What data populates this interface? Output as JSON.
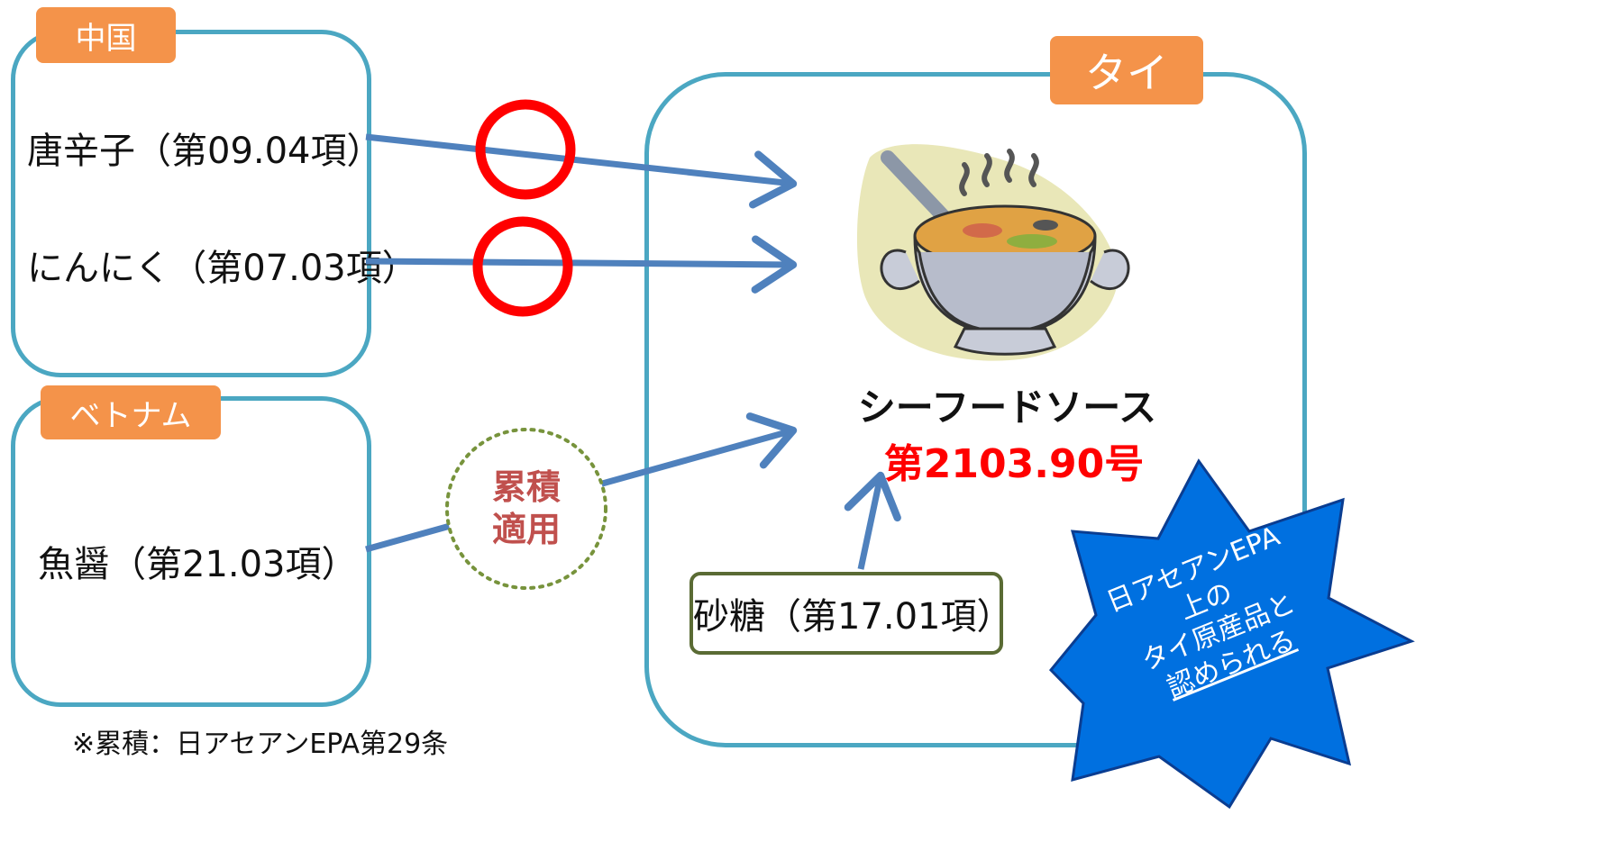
{
  "regions": {
    "china": {
      "tag": "中国",
      "items": [
        "唐辛子（第09.04項）",
        "にんにく（第07.03項）"
      ]
    },
    "vietnam": {
      "tag": "ベトナム",
      "items": [
        "魚醤（第21.03項）"
      ]
    },
    "thailand": {
      "tag": "タイ",
      "product_name": "シーフードソース",
      "product_code": "第2103.90号",
      "local_item": "砂糖（第17.01項）"
    }
  },
  "cumulation_label": [
    "累積",
    "適用"
  ],
  "star_lines": [
    "日アセアンEPA",
    "上の",
    "タイ原産品と",
    "認められる"
  ],
  "footnote": "※累積：日アセアンEPA第29条",
  "colors": {
    "box_border": "#4ba7c2",
    "tag_fill": "#f4934a",
    "arrow": "#4f81bd",
    "circle": "#ff0000",
    "code_text": "#ff0000",
    "star_fill": "#0070e0",
    "cum_dots": "#77933c",
    "cum_text": "#c0504d"
  }
}
